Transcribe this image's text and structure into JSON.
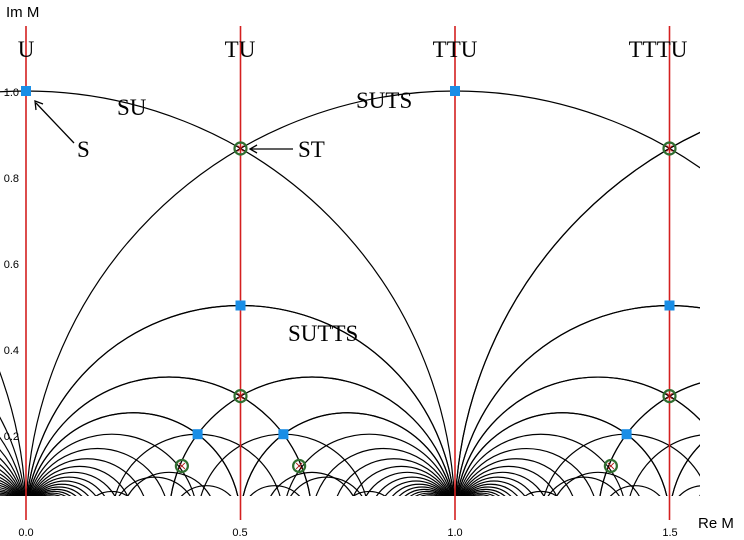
{
  "axes": {
    "x_title": "Re M",
    "y_title": "Im M",
    "x_ticks": [
      "0.0",
      "0.5",
      "1.0",
      "1.5"
    ],
    "y_ticks": [
      "0.2",
      "0.4",
      "0.6",
      "0.8",
      "1.0"
    ]
  },
  "column_labels": [
    "U",
    "TU",
    "TTU",
    "TTTU"
  ],
  "region_labels": {
    "su": "SU",
    "suts": "SUTS",
    "sutts": "SUTTS"
  },
  "point_labels": {
    "s": "S",
    "st": "ST"
  },
  "colors": {
    "vertical_lines": "#d42020",
    "square_markers": "#1a8ee6",
    "circle_markers": "#2f6e2f",
    "curves": "#000000"
  }
}
